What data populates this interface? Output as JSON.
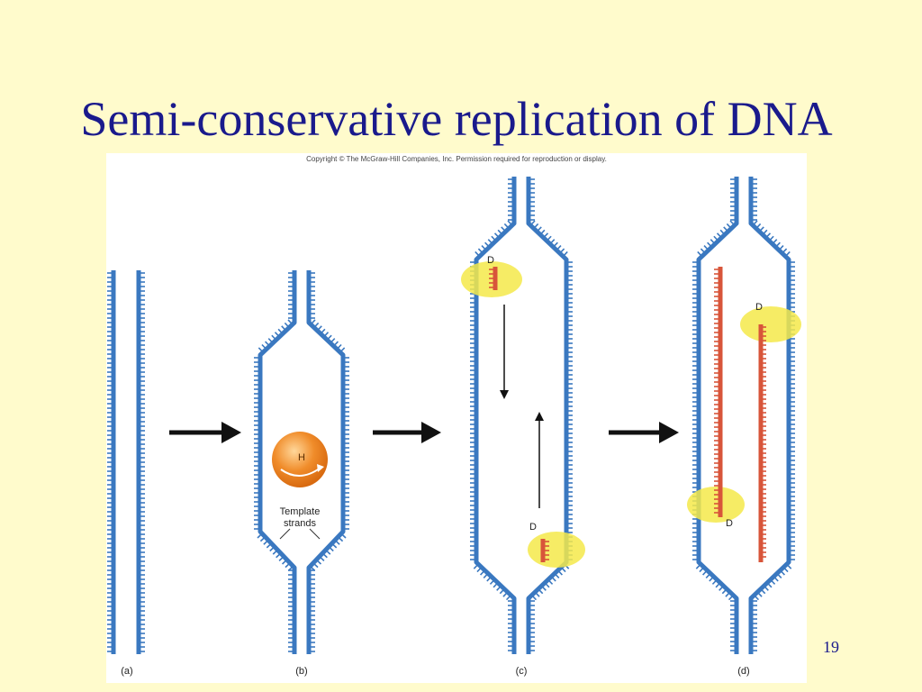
{
  "slide": {
    "title": "Semi-conservative replication of DNA",
    "page_number": "19"
  },
  "figure": {
    "copyright": "Copyright © The McGraw-Hill Companies, Inc. Permission required for reproduction or display.",
    "panel_labels": [
      "(a)",
      "(b)",
      "(c)",
      "(d)"
    ],
    "helicase_label": "H",
    "template_label_line1": "Template",
    "template_label_line2": "strands",
    "polymerase_label": "D"
  },
  "colors": {
    "background": "#fffbcc",
    "title": "#1a1a8c",
    "parental_strand": "#3a78c0",
    "new_strand": "#d8553a",
    "helicase": "#f08c2a",
    "polymerase_halo": "#f5e94a"
  }
}
